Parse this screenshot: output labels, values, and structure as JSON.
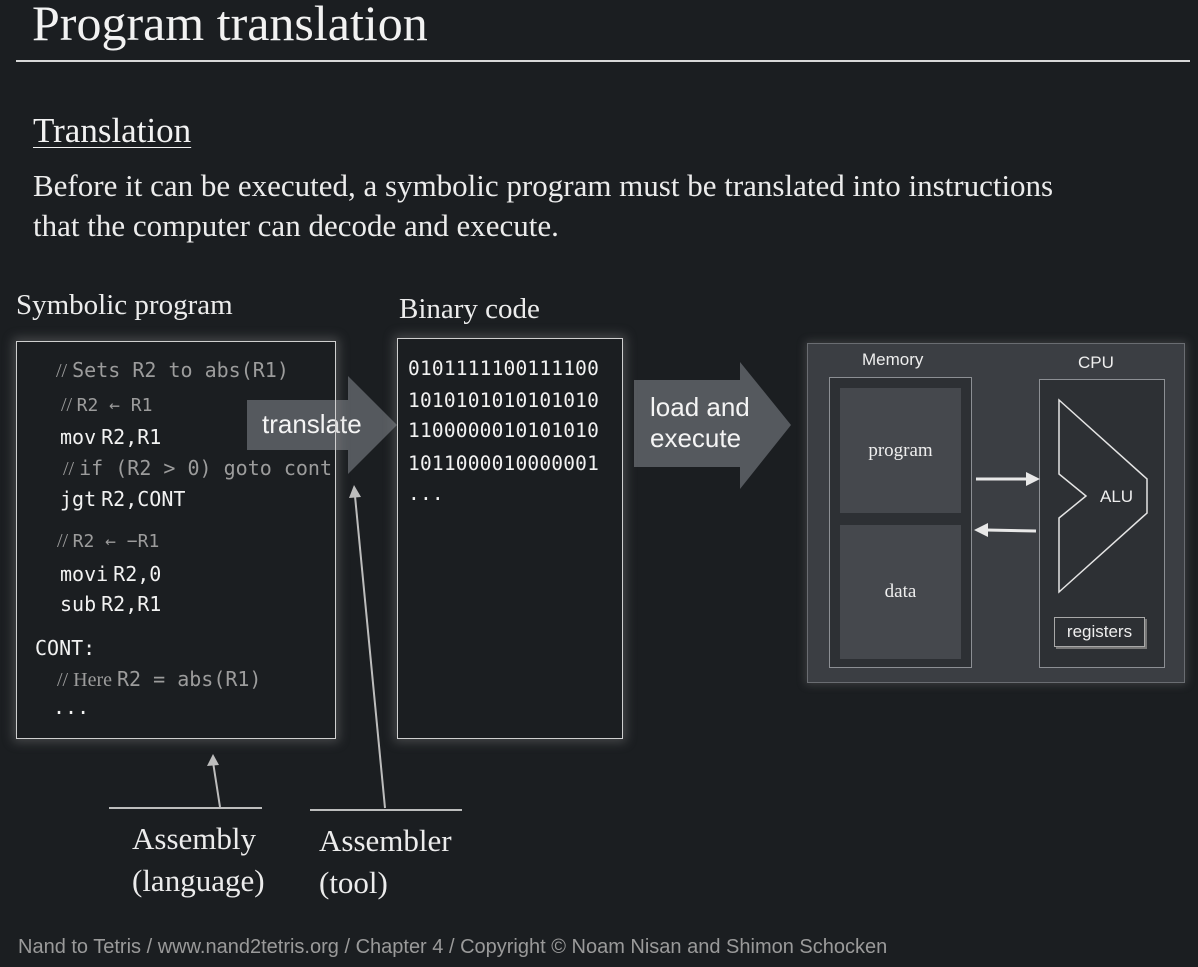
{
  "slide": {
    "title": "Program translation",
    "section_heading": "Translation",
    "description": [
      "Before it can be executed, a symbolic program must be translated into instructions",
      "that the computer can decode and execute."
    ]
  },
  "symbolic_program": {
    "label": "Symbolic program",
    "c1_slashes": "//",
    "c1_text": "Sets R2 to abs(R1)",
    "c2_slashes": "//",
    "c2_text": "R2 ← R1",
    "l1_op": "mov",
    "l1_args": "R2,R1",
    "c3_slashes": "//",
    "c3_text": "if (R2 > 0) goto cont",
    "l2_op": "jgt",
    "l2_args": "R2,CONT",
    "c4_slashes": "//",
    "c4_text": "R2 ← −R1",
    "l3_op": "movi",
    "l3_args": "R2,0",
    "l4_op": "sub",
    "l4_args": "R2,R1",
    "label_line": "CONT:",
    "c5_slashes": "//",
    "c5_word": "Here",
    "c5_text": "R2 = abs(R1)",
    "ellipsis": "..."
  },
  "binary_code": {
    "label": "Binary code",
    "lines": [
      "0101111100111100",
      "1010101010101010",
      "1100000010101010",
      "1011000010000001",
      "..."
    ]
  },
  "arrows": {
    "translate": "translate",
    "load_execute": [
      "load and",
      "execute"
    ]
  },
  "computer": {
    "memory_label": "Memory",
    "cpu_label": "CPU",
    "program_cell": "program",
    "data_cell": "data",
    "alu_label": "ALU",
    "registers_label": "registers"
  },
  "captions": {
    "assembly": [
      "Assembly",
      "(language)"
    ],
    "assembler": [
      "Assembler",
      "(tool)"
    ]
  },
  "footer": "Nand to Tetris / www.nand2tetris.org / Chapter 4 / Copyright © Noam Nisan and Shimon Schocken",
  "colors": {
    "background": "#1b1e21",
    "arrow_fill": "#55595e",
    "comment_text": "#9c9c9c",
    "cpu_panel": "#3b3e43"
  }
}
